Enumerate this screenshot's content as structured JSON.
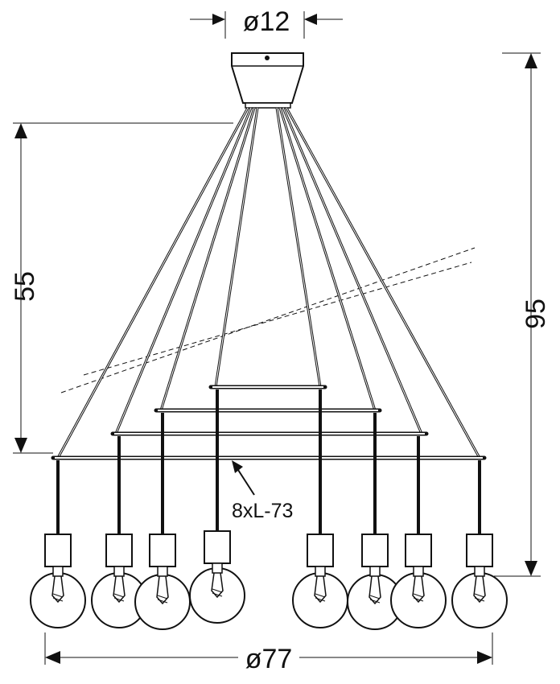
{
  "dimensions": {
    "top_diameter": "ø12",
    "height_arms": "55",
    "total_height": "95",
    "bottom_diameter": "ø77",
    "cable_note": "8xL-73"
  },
  "bulb_count": 8,
  "colors": {
    "line": "#111111",
    "background": "#ffffff"
  }
}
